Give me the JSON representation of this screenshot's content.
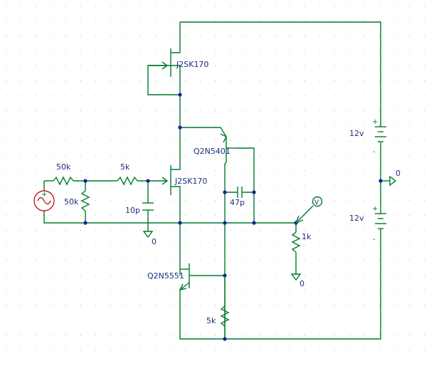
{
  "schematic": {
    "parts": {
      "jfet_top": "J2SK170",
      "jfet_mid": "J2SK170",
      "pnp": "Q2N5401",
      "npn": "Q2N5551",
      "r_in_series": "50k",
      "r_in_shunt": "50k",
      "r_gate": "5k",
      "c_gate": "10p",
      "c_comp": "47p",
      "r_load": "1k",
      "r_bottom": "5k",
      "batt_top": "12v",
      "batt_bottom": "12v"
    },
    "grounds": {
      "g1": "0",
      "g2": "0",
      "g3": "0"
    },
    "probe_label": "V",
    "signs": {
      "plus": "+",
      "minus": "-"
    },
    "colors": {
      "wire": "#007a2e",
      "label": "#1f2f7a",
      "junction": "#1a1aa8",
      "source_symbol": "#b00000",
      "grid_dot": "#b8b8b8"
    }
  }
}
